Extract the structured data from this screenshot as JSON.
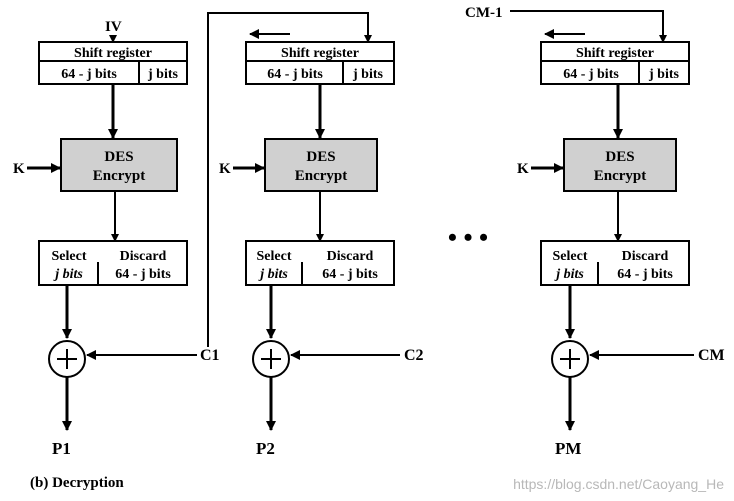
{
  "caption": "(b) Decryption",
  "watermark": "https://blog.csdn.net/Caoyang_He",
  "ellipsis": "•   •   •",
  "key_label": "K",
  "shift_register": {
    "title": "Shift register",
    "left": "64 - j bits",
    "right": "j bits"
  },
  "des": {
    "line1": "DES",
    "line2": "Encrypt"
  },
  "select": {
    "line1": "Select",
    "line2": "j bits"
  },
  "discard": {
    "line1": "Discard",
    "line2": "64 - j bits"
  },
  "stages": [
    {
      "input_label": "IV",
      "cipher_label": "C1",
      "plain_label": "P1"
    },
    {
      "input_label": "",
      "cipher_label": "C2",
      "plain_label": "P2"
    },
    {
      "input_label": "CM-1",
      "cipher_label": "CM",
      "plain_label": "PM"
    }
  ],
  "icons": {
    "xor": "xor-circle-plus-icon",
    "arrow": "arrow-head-icon"
  },
  "colors": {
    "des_fill": "#d0d0d0",
    "line": "#000000",
    "watermark": "#b8b8b8"
  }
}
